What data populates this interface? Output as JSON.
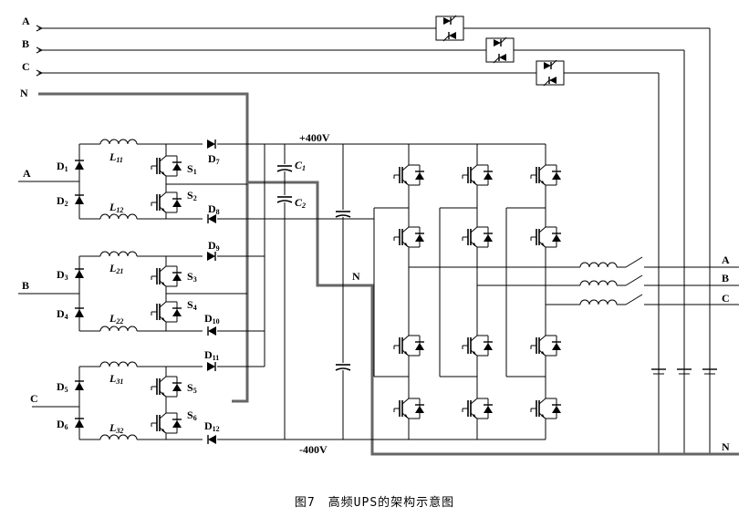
{
  "inputs": {
    "A": "A",
    "B": "B",
    "C": "C",
    "N": "N"
  },
  "rectifier": {
    "phase_a": "A",
    "phase_b": "B",
    "phase_c": "C",
    "d1": "D",
    "d1_sub": "1",
    "d2": "D",
    "d2_sub": "2",
    "d3": "D",
    "d3_sub": "3",
    "d4": "D",
    "d4_sub": "4",
    "d5": "D",
    "d5_sub": "5",
    "d6": "D",
    "d6_sub": "6",
    "d7": "D",
    "d7_sub": "7",
    "d8": "D",
    "d8_sub": "8",
    "d9": "D",
    "d9_sub": "9",
    "d10": "D",
    "d10_sub": "10",
    "d11": "D",
    "d11_sub": "11",
    "d12": "D",
    "d12_sub": "12",
    "l11": "L",
    "l11_sub": "11",
    "l12": "L",
    "l12_sub": "12",
    "l21": "L",
    "l21_sub": "21",
    "l22": "L",
    "l22_sub": "22",
    "l31": "L",
    "l31_sub": "31",
    "l32": "L",
    "l32_sub": "32",
    "s1": "S",
    "s1_sub": "1",
    "s2": "S",
    "s2_sub": "2",
    "s3": "S",
    "s3_sub": "3",
    "s4": "S",
    "s4_sub": "4",
    "s5": "S",
    "s5_sub": "5",
    "s6": "S",
    "s6_sub": "6"
  },
  "dc_bus": {
    "pos": "+400V",
    "neg": "-400V",
    "c1": "C",
    "c1_sub": "1",
    "c2": "C",
    "c2_sub": "2",
    "mid": "N"
  },
  "outputs": {
    "A": "A",
    "B": "B",
    "C": "C",
    "N": "N"
  },
  "caption": "图7　高频UPS的架构示意图"
}
